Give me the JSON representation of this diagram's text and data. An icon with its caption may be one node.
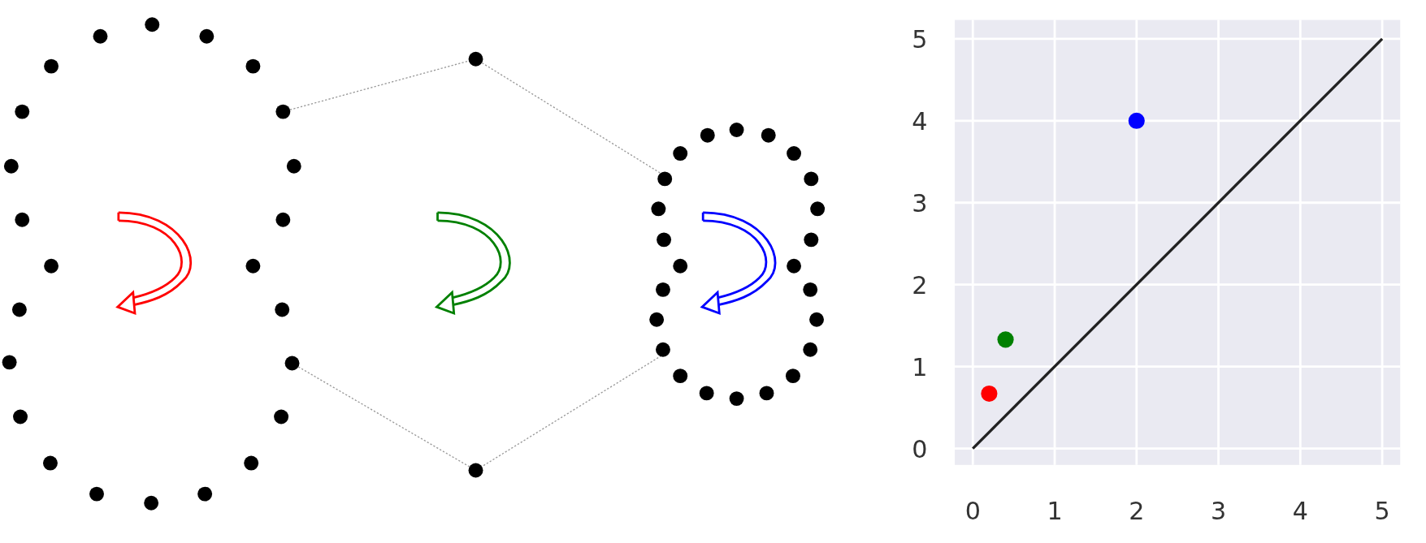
{
  "diagram": {
    "chart_data": {
      "type": "scatter",
      "x": [
        0,
        0.2,
        0.4,
        2,
        5
      ],
      "xlim": [
        -0.22,
        5.22
      ],
      "ylim": [
        -0.2,
        5.23
      ],
      "xticks": [
        0,
        1,
        2,
        3,
        4,
        5
      ],
      "yticks": [
        0,
        1,
        2,
        3,
        4,
        5
      ],
      "grid": true,
      "series": [
        {
          "color": "#ff0000",
          "values": [
            null,
            0.67,
            null,
            null,
            null
          ]
        },
        {
          "color": "#008000",
          "values": [
            null,
            null,
            1.33,
            null,
            null
          ]
        },
        {
          "color": "#0000ff",
          "values": [
            null,
            null,
            null,
            4,
            null
          ]
        },
        {
          "type": "line",
          "color": "#222222",
          "values": [
            0,
            null,
            null,
            null,
            5
          ]
        }
      ]
    }
  }
}
